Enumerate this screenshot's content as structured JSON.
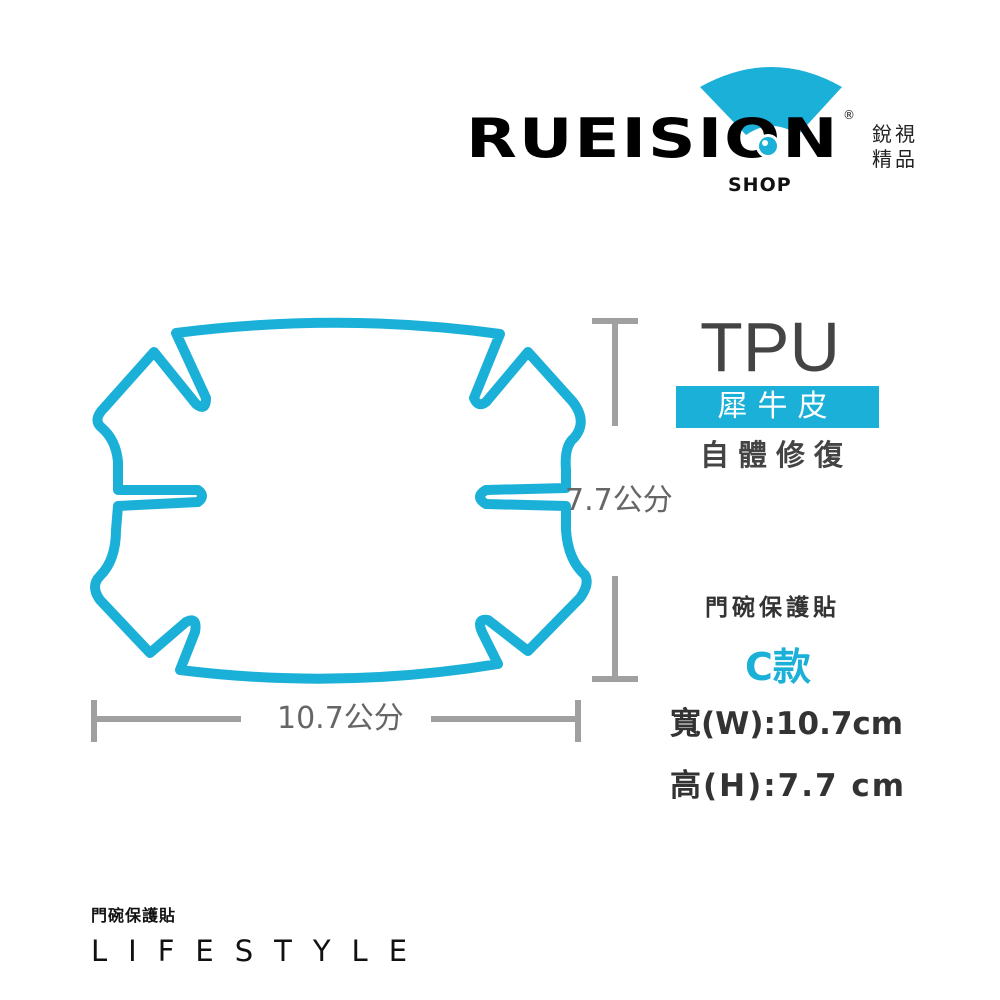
{
  "brand": {
    "name": "RUEISION",
    "sub": "SHOP",
    "registered": "®",
    "cn_line1": "銳視",
    "cn_line2": "精品",
    "accent_color": "#1ab0d8"
  },
  "material": {
    "title": "TPU",
    "badge": "犀牛皮",
    "feature": "自體修復"
  },
  "product": {
    "name": "門碗保護貼",
    "model": "C款",
    "width_spec": "寬(W):10.7cm",
    "height_spec": "高(H):7.7 cm"
  },
  "dimensions": {
    "width_label": "10.7公分",
    "height_label": "7.7公分"
  },
  "footer": {
    "category": "門碗保護貼",
    "tagline": "LIFESTYLE"
  },
  "colors": {
    "shape_stroke": "#1ab0d8",
    "dimension_line": "#a0a0a0",
    "text_dark": "#333333"
  }
}
